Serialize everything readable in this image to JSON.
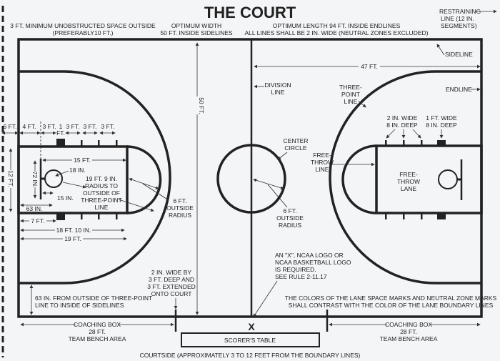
{
  "title": "THE COURT",
  "top": {
    "space_1": "3 FT. MINIMUM UNOBSTRUCTED SPACE OUTSIDE",
    "space_2": "(PREFERABLY10 FT.)",
    "width_1": "OPTIMUM WIDTH",
    "width_2": "50 FT. INSIDE SIDELINES",
    "length_1": "OPTIMUM LENGTH 94 FT. INSIDE ENDLINES",
    "length_2": "ALL LINES SHALL BE 2 IN. WIDE (NEUTRAL ZONES EXCLUDED)",
    "restraining_1": "RESTRAINING",
    "restraining_2": "LINE (12 IN.",
    "restraining_3": "SEGMENTS)"
  },
  "labels": {
    "sideline": "SIDELINE",
    "half_length": "47 FT.",
    "division_1": "DIVISION",
    "division_2": "LINE",
    "three_1": "THREE-",
    "three_2": "POINT",
    "three_3": "LINE",
    "endline": "ENDLINE",
    "wide2_1": "2 IN. WIDE",
    "wide2_2": "8 IN. DEEP",
    "wide1_1": "1 FT. WIDE",
    "wide1_2": "8 IN. DEEP",
    "center_1": "CENTER",
    "center_2": "CIRCLE",
    "ftline_1": "FREE-",
    "ftline_2": "THROW",
    "ftline_3": "LINE",
    "ftlane_1": "FREE-",
    "ftlane_2": "THROW",
    "ftlane_3": "LANE",
    "cradius_1": "6 FT.",
    "cradius_2": "OUTSIDE",
    "cradius_3": "RADIUS",
    "width_50": "50 FT."
  },
  "lane_dims": {
    "d6": "6 FT.",
    "d4": "4 FT.",
    "d3a": "3 FT.",
    "d1a": "1",
    "d1b": "FT.",
    "d3b": "3 FT.",
    "d3c": "3 FT.",
    "d3d": "3 FT.",
    "d12": "12 FT.",
    "d15": "15 FT.",
    "d18in": "18 IN.",
    "d72": "72 IN.",
    "d15in": "15 IN.",
    "d63": "63 IN.",
    "r19_1": "19 FT. 9 IN.",
    "r19_2": "RADIUS TO",
    "r19_3": "OUTSIDE OF",
    "r19_4": "THREE-POINT",
    "r19_5": "LINE",
    "d7": "7 FT.",
    "d18_10": "18 FT. 10 IN.",
    "d19": "19 FT.",
    "or_1": "6 FT.",
    "or_2": "OUTSIDE",
    "or_3": "RADIUS"
  },
  "bottom": {
    "logo_1": "AN \"X\", NCAA LOGO OR",
    "logo_2": "NCAA BASKETBALL LOGO",
    "logo_3": "IS REQUIRED.",
    "logo_4": "SEE RULE 2-11.17",
    "mark_1": "2 IN. WIDE BY",
    "mark_2": "3 FT. DEEP AND",
    "mark_3": "3 FT. EXTENDED",
    "mark_4": "ONTO COURT",
    "side_1": "63 IN. FROM OUTSIDE OF THREE-POINT",
    "side_2": "LINE TO INSIDE OF SIDELINES",
    "contrast_1": "THE COLORS OF THE LANE SPACE MARKS AND NEUTRAL ZONE MARKS",
    "contrast_2": "SHALL CONTRAST WITH THE COLOR OF THE LANE BOUNDARY LINES",
    "x_mark": "X",
    "coach_left_1": "COACHING BOX",
    "coach_left_2": "28 FT.",
    "coach_left_3": "TEAM BENCH AREA",
    "coach_right_1": "COACHING BOX",
    "coach_right_2": "28 FT.",
    "coach_right_3": "TEAM BENCH AREA",
    "scorers_table": "SCORER'S TABLE",
    "courtside": "COURTSIDE (APPROXIMATELY 3 TO 12 FEET FROM THE BOUNDARY LINES)"
  }
}
